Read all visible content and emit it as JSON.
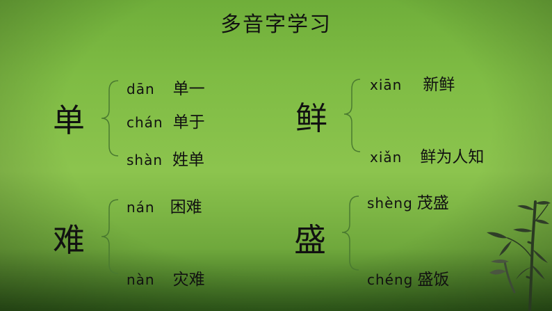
{
  "title": "多音字学习",
  "groups": [
    {
      "char": "单",
      "entries": [
        {
          "pinyin": "dān",
          "word": "单一"
        },
        {
          "pinyin": "chán",
          "word": "单于"
        },
        {
          "pinyin": "shàn",
          "word": "姓单"
        }
      ]
    },
    {
      "char": "鲜",
      "entries": [
        {
          "pinyin": "xiān",
          "word": "新鲜"
        },
        {
          "pinyin": "xiǎn",
          "word": "鲜为人知"
        }
      ]
    },
    {
      "char": "难",
      "entries": [
        {
          "pinyin": "nán",
          "word": "困难"
        },
        {
          "pinyin": "nàn",
          "word": "灾难"
        }
      ]
    },
    {
      "char": "盛",
      "entries": [
        {
          "pinyin": "shèng",
          "word": "茂盛"
        },
        {
          "pinyin": "chéng",
          "word": "盛饭"
        }
      ]
    }
  ],
  "decoration": {
    "icon": "bamboo-icon"
  }
}
